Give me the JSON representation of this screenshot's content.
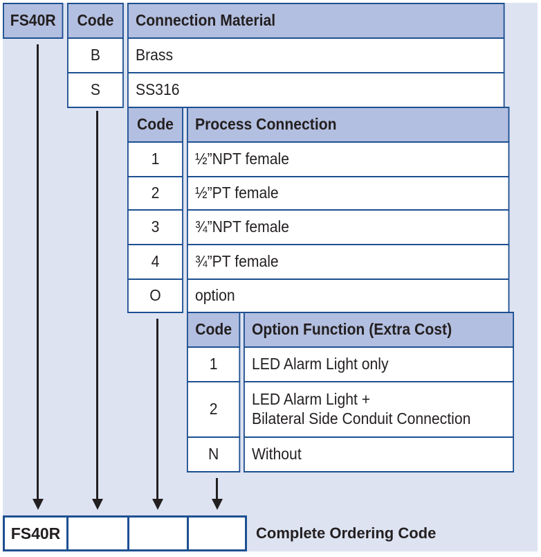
{
  "model": "FS40R",
  "table1": {
    "code_header": "Code",
    "title": "Connection Material",
    "rows": [
      {
        "code": "B",
        "label": "Brass"
      },
      {
        "code": "S",
        "label": "SS316"
      }
    ]
  },
  "table2": {
    "code_header": "Code",
    "title": "Process Connection",
    "rows": [
      {
        "code": "1",
        "label": "½”NPT female"
      },
      {
        "code": "2",
        "label": "½”PT female"
      },
      {
        "code": "3",
        "label": "¾”NPT female"
      },
      {
        "code": "4",
        "label": "¾”PT female"
      },
      {
        "code": "O",
        "label": "option"
      }
    ]
  },
  "table3": {
    "code_header": "Code",
    "title": "Option Function (Extra Cost)",
    "rows": [
      {
        "code": "1",
        "label": "LED Alarm Light only"
      },
      {
        "code": "2",
        "label_line1": "LED Alarm Light +",
        "label_line2": "Bilateral Side Conduit Connection"
      },
      {
        "code": "N",
        "label": "Without"
      }
    ]
  },
  "footer": {
    "model": "FS40R",
    "label": "Complete Ordering Code"
  },
  "colors": {
    "border": "#1d4f91",
    "header_fill": "#b3bfe0",
    "panel_fill": "#dde3f1",
    "text": "#231f20"
  }
}
